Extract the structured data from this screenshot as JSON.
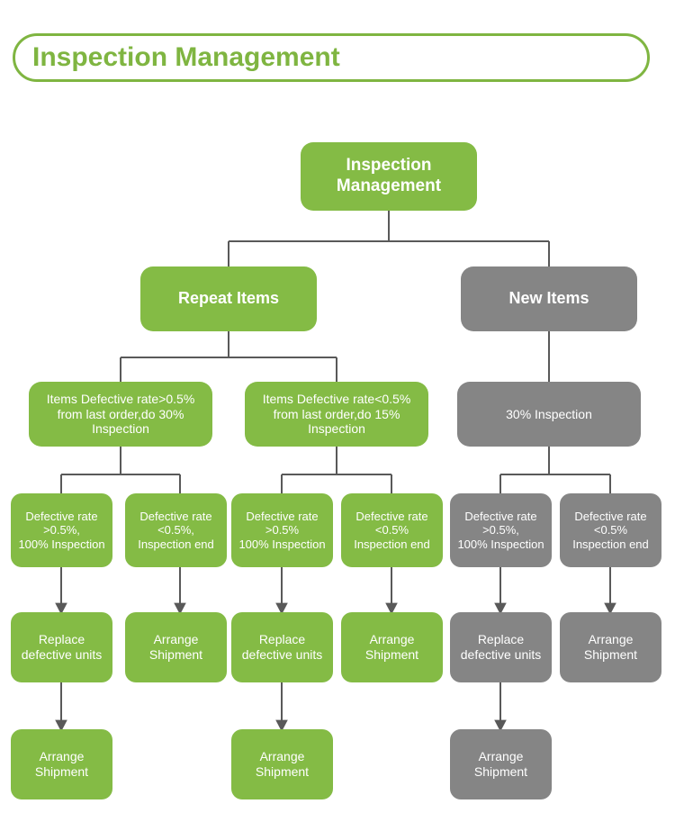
{
  "header": {
    "title": "Inspection Management",
    "border_color": "#7fb541",
    "text_color": "#7fb541"
  },
  "palette": {
    "green": "#84bb45",
    "gray": "#858585",
    "connector": "#595959",
    "node_text": "#ffffff",
    "background": "#ffffff"
  },
  "chart_data": {
    "type": "diagram",
    "title": "Inspection Management",
    "orientation": "top-down-tree",
    "levels": 6,
    "nodes": [
      {
        "id": "root",
        "label": "Inspection\nManagement",
        "color": "green",
        "level": 1
      },
      {
        "id": "n-repeat",
        "label": "Repeat Items",
        "color": "green",
        "level": 2
      },
      {
        "id": "n-new",
        "label": "New Items",
        "color": "gray",
        "level": 2
      },
      {
        "id": "n-r-hi",
        "label": "Items Defective rate>0.5%\nfrom last order,do 30%\nInspection",
        "color": "green",
        "level": 3
      },
      {
        "id": "n-r-lo",
        "label": "Items Defective rate<0.5%\nfrom last order,do 15%\nInspection",
        "color": "green",
        "level": 3
      },
      {
        "id": "n-n-30",
        "label": "30% Inspection",
        "color": "gray",
        "level": 3
      },
      {
        "id": "n4-1",
        "label": "Defective rate\n>0.5%,\n100% Inspection",
        "color": "green",
        "level": 4
      },
      {
        "id": "n4-2",
        "label": "Defective rate\n<0.5%,\nInspection end",
        "color": "green",
        "level": 4
      },
      {
        "id": "n4-3",
        "label": "Defective rate\n>0.5%\n100% Inspection",
        "color": "green",
        "level": 4
      },
      {
        "id": "n4-4",
        "label": "Defective rate\n<0.5%\nInspection end",
        "color": "green",
        "level": 4
      },
      {
        "id": "n4-5",
        "label": "Defective rate\n>0.5%,\n100% Inspection",
        "color": "gray",
        "level": 4
      },
      {
        "id": "n4-6",
        "label": "Defective rate\n<0.5%\nInspection end",
        "color": "gray",
        "level": 4
      },
      {
        "id": "n5-1",
        "label": "Replace\ndefective units",
        "color": "green",
        "level": 5
      },
      {
        "id": "n5-2",
        "label": "Arrange\nShipment",
        "color": "green",
        "level": 5
      },
      {
        "id": "n5-3",
        "label": "Replace\ndefective units",
        "color": "green",
        "level": 5
      },
      {
        "id": "n5-4",
        "label": "Arrange\nShipment",
        "color": "green",
        "level": 5
      },
      {
        "id": "n5-5",
        "label": "Replace\ndefective units",
        "color": "gray",
        "level": 5
      },
      {
        "id": "n5-6",
        "label": "Arrange\nShipment",
        "color": "gray",
        "level": 5
      },
      {
        "id": "n6-1",
        "label": "Arrange\nShipment",
        "color": "green",
        "level": 6
      },
      {
        "id": "n6-3",
        "label": "Arrange\nShipment",
        "color": "green",
        "level": 6
      },
      {
        "id": "n6-5",
        "label": "Arrange\nShipment",
        "color": "gray",
        "level": 6
      }
    ],
    "edges": [
      {
        "from": "root",
        "to": "n-repeat",
        "style": "elbow"
      },
      {
        "from": "root",
        "to": "n-new",
        "style": "elbow"
      },
      {
        "from": "n-repeat",
        "to": "n-r-hi",
        "style": "elbow"
      },
      {
        "from": "n-repeat",
        "to": "n-r-lo",
        "style": "elbow"
      },
      {
        "from": "n-new",
        "to": "n-n-30",
        "style": "straight"
      },
      {
        "from": "n-r-hi",
        "to": "n4-1",
        "style": "elbow"
      },
      {
        "from": "n-r-hi",
        "to": "n4-2",
        "style": "elbow"
      },
      {
        "from": "n-r-lo",
        "to": "n4-3",
        "style": "elbow"
      },
      {
        "from": "n-r-lo",
        "to": "n4-4",
        "style": "elbow"
      },
      {
        "from": "n-n-30",
        "to": "n4-5",
        "style": "elbow"
      },
      {
        "from": "n-n-30",
        "to": "n4-6",
        "style": "elbow"
      },
      {
        "from": "n4-1",
        "to": "n5-1",
        "style": "arrow"
      },
      {
        "from": "n4-2",
        "to": "n5-2",
        "style": "arrow"
      },
      {
        "from": "n4-3",
        "to": "n5-3",
        "style": "arrow"
      },
      {
        "from": "n4-4",
        "to": "n5-4",
        "style": "arrow"
      },
      {
        "from": "n4-5",
        "to": "n5-5",
        "style": "arrow"
      },
      {
        "from": "n4-6",
        "to": "n5-6",
        "style": "arrow"
      },
      {
        "from": "n5-1",
        "to": "n6-1",
        "style": "arrow"
      },
      {
        "from": "n5-3",
        "to": "n6-3",
        "style": "arrow"
      },
      {
        "from": "n5-5",
        "to": "n6-5",
        "style": "arrow"
      }
    ]
  }
}
